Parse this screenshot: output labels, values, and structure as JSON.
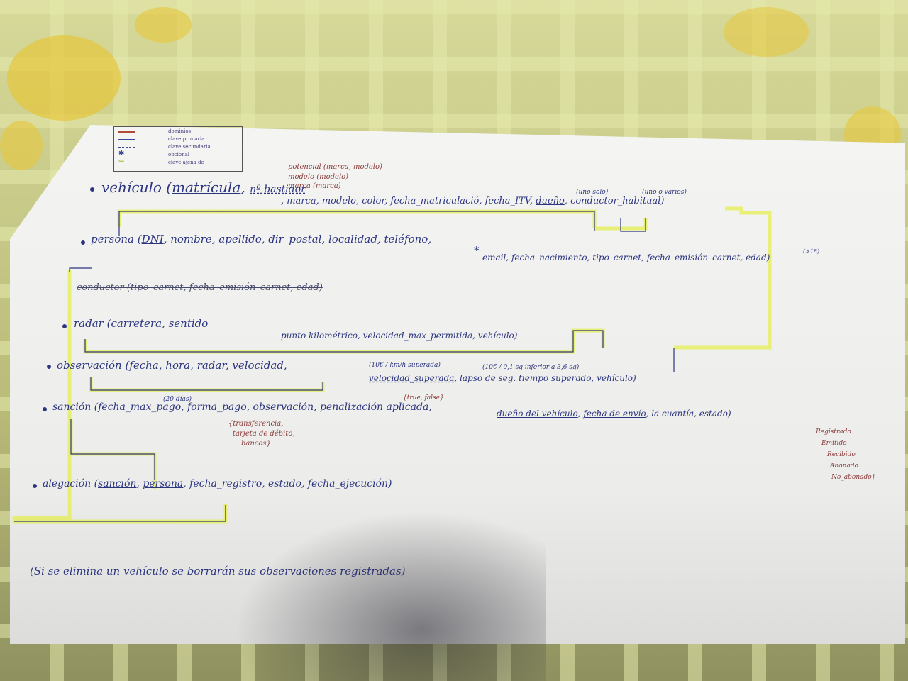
{
  "legend": {
    "items": [
      {
        "label": "dominios",
        "color": "#b24a3a"
      },
      {
        "label": "clave primaria",
        "color": "#3a4a9a"
      },
      {
        "label": "clave secundaria",
        "color": "#3a4a9a"
      },
      {
        "label": "opcional",
        "color": "#3a4a9a"
      },
      {
        "label": "clave ajena de",
        "color": "#c8d832"
      }
    ]
  },
  "vehiculo": {
    "domain_notes": [
      "potencial (marca, modelo)",
      "modelo (modelo)",
      "marca (marca)"
    ],
    "head": "vehículo (",
    "pk": "matrícula",
    "sk": "nº bastidor",
    "rest": ", marca, modelo, color, fecha_matriculació, fecha_ITV,",
    "owner": "dueño",
    "owner_note": "(uno solo)",
    "driver": "conductor_habitual",
    "driver_note": "(uno o varios)",
    "close": ")"
  },
  "persona": {
    "head": "persona (",
    "pk": "DNI",
    "rest": ", nombre, apellido, dir_postal, localidad, teléfono,",
    "opt_star": "*",
    "rest2": "email, fecha_nacimiento, tipo_carnet, fecha_emisión_carnet, edad)",
    "age_note": "(>18)"
  },
  "conductor": {
    "text": "conductor (tipo_carnet, fecha_emisión_carnet, edad)"
  },
  "radar": {
    "head": "radar (",
    "pk1": "carretera",
    "pk2": "sentido",
    "rest": "punto kilométrico, velocidad_max_permitida, vehículo)"
  },
  "observacion": {
    "head": "observación (",
    "pk1": "fecha",
    "pk2": "hora",
    "pk3": "radar",
    "rest": ", velocidad,",
    "sk": "velocidad_superada",
    "rest2": ", lapso de seg. tiempo superado,",
    "fk": "vehículo",
    "close": ")",
    "note1": "(10€ / km/h superada)",
    "note2": "(10€ / 0,1 sg inferior a 3,6 sg)"
  },
  "sancion": {
    "head": "sanción (",
    "field1": "fecha_max_pago",
    "field1_note": "(20 días)",
    "rest": ", forma_pago, observación, penalización aplicada,",
    "fk1": "dueño del vehículo",
    "fk2": "fecha de envío",
    "rest2": ", la cuantía, estado)",
    "pay_notes": [
      "{transferencia,",
      "tarjeta de débito,",
      "bancos}"
    ],
    "bool_note": "{true, false}",
    "states": [
      "Registrado",
      "Emitido",
      "Recibido",
      "Abonado",
      "No_abonado}"
    ]
  },
  "alegacion": {
    "head": "alegación (",
    "pk1": "sanción",
    "pk2": "persona",
    "rest": ", fecha_registro, estado, fecha_ejecución)"
  },
  "footnote": "(Si se elimina un vehículo se borrarán sus observaciones registradas)"
}
